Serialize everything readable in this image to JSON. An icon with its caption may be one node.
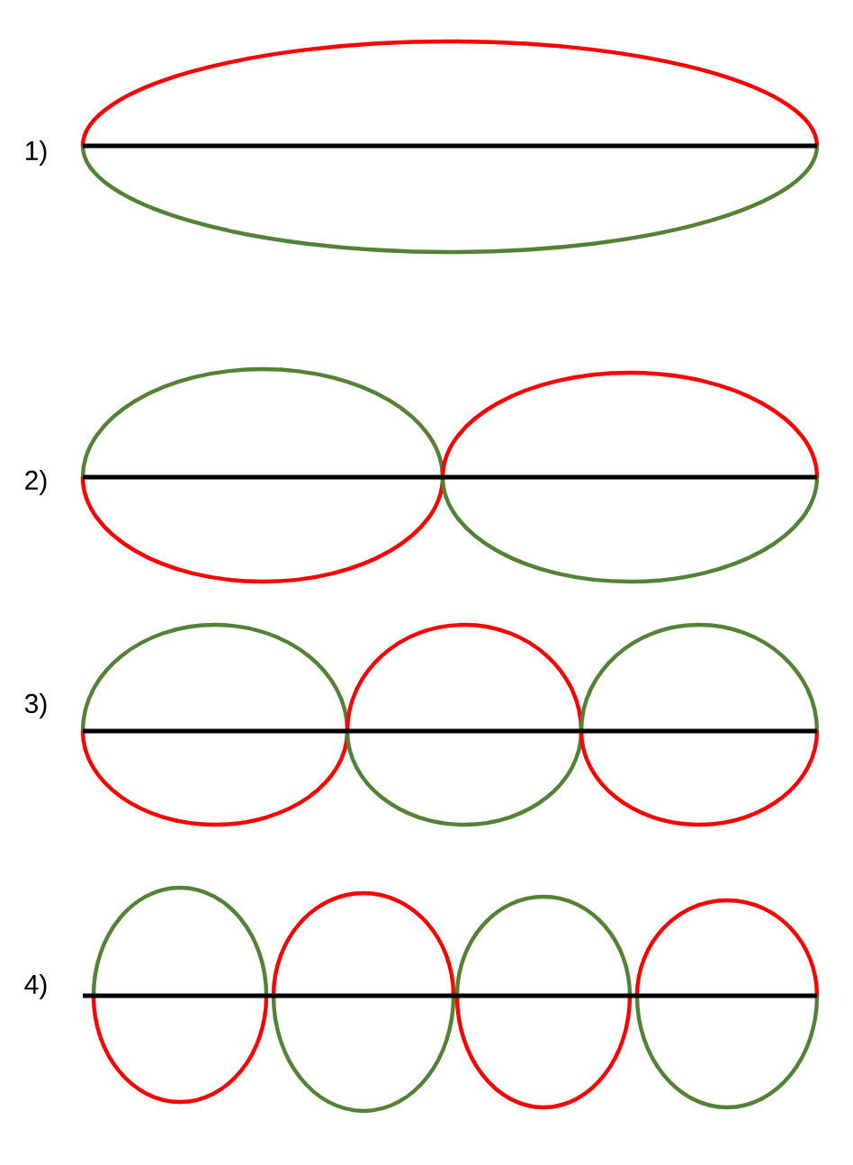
{
  "diagram": {
    "labels": [
      "1)",
      "2)",
      "3)",
      "4)"
    ]
  }
}
